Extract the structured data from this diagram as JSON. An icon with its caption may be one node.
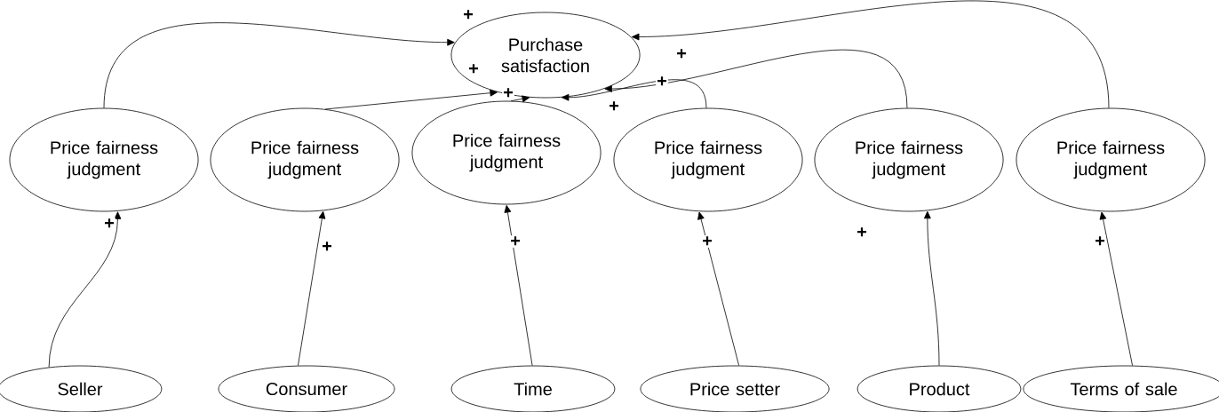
{
  "diagram": {
    "nodes": [
      {
        "text": [
          "Purchase satisfaction"
        ]
      },
      {
        "text": [
          "Price fairness judgment"
        ]
      },
      {
        "text": [
          "Price fairness judgment"
        ]
      },
      {
        "text": [
          "Price fairness judgment"
        ]
      },
      {
        "text": [
          "Price fairness judgment"
        ]
      },
      {
        "text": [
          "Price fairness judgment"
        ]
      },
      {
        "text": [
          "Price fairness judgment"
        ]
      },
      {
        "text": [
          "Seller"
        ]
      },
      {
        "text": [
          "Consumer"
        ]
      },
      {
        "text": [
          "Time"
        ]
      },
      {
        "text": [
          "Price setter"
        ]
      },
      {
        "text": [
          "Product"
        ]
      },
      {
        "text": [
          "Terms of sale"
        ]
      }
    ],
    "edges": [
      {
        "from": 1,
        "to": 0,
        "arrow": "to",
        "label": "+"
      },
      {
        "from": 2,
        "to": 0,
        "arrow": "to",
        "label": "+"
      },
      {
        "from": 3,
        "to": 0,
        "arrow": "to",
        "label": "+"
      },
      {
        "from": 4,
        "to": 0,
        "arrow": "to",
        "label": "+"
      },
      {
        "from": 5,
        "to": 0,
        "arrow": "to",
        "label": "+"
      },
      {
        "from": 6,
        "to": 0,
        "arrow": "to",
        "label": "+"
      },
      {
        "from": 7,
        "to": 1,
        "arrow": "to",
        "label": "+"
      },
      {
        "from": 8,
        "to": 2,
        "arrow": "to",
        "label": "+"
      },
      {
        "from": 9,
        "to": 3,
        "arrow": "to",
        "label": "+"
      },
      {
        "from": 10,
        "to": 4,
        "arrow": "to",
        "label": "+"
      },
      {
        "from": 11,
        "to": 5,
        "arrow": "to",
        "label": "+"
      },
      {
        "from": 12,
        "to": 6,
        "arrow": "to",
        "label": "+"
      }
    ]
  }
}
